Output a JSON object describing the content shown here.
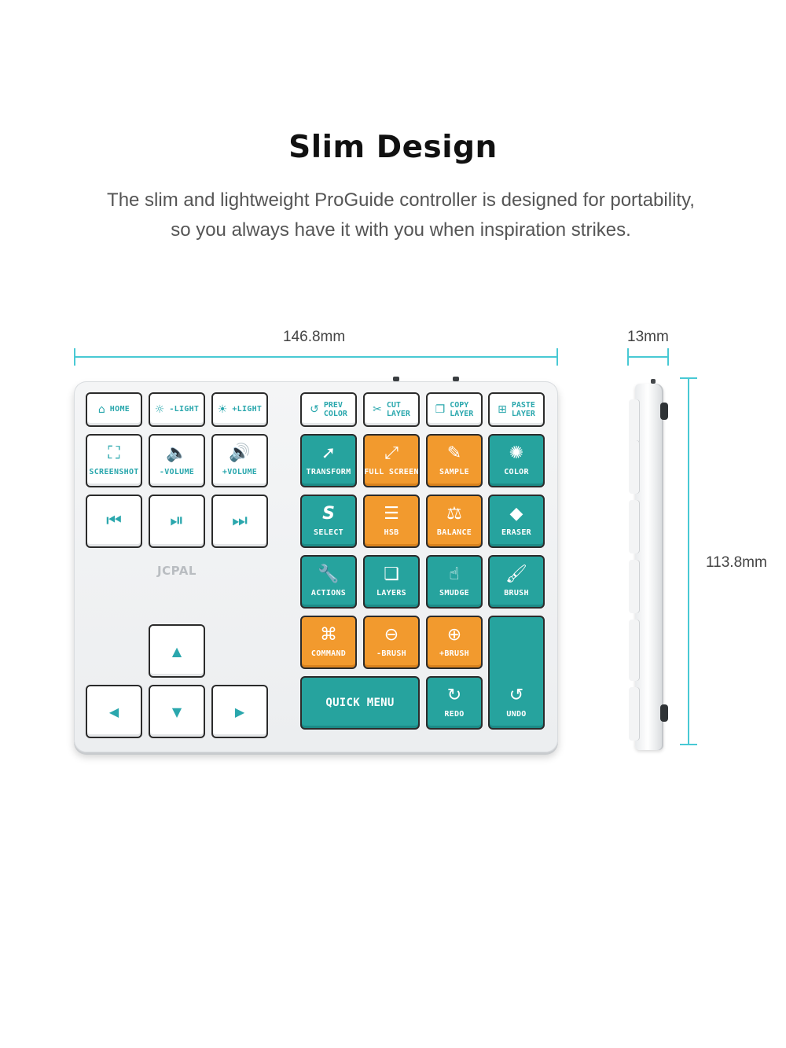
{
  "header": {
    "title": "Slim Design",
    "subtitle_line1": "The slim and lightweight ProGuide controller is designed for portability,",
    "subtitle_line2": "so you always have it with you when inspiration strikes."
  },
  "dimensions": {
    "width": "146.8mm",
    "thickness": "13mm",
    "depth": "113.8mm",
    "line_color": "#49c9d4"
  },
  "keyboard": {
    "brand": "JCPAL",
    "colors": {
      "white_key": "#ffffff",
      "teal_key": "#26a39e",
      "orange_key": "#f29a2e",
      "icon_teal": "#2aa7ad"
    },
    "keys": {
      "home": {
        "icon": "home-icon",
        "glyph": "⌂",
        "label": "HOME"
      },
      "light_down": {
        "icon": "sun-small-icon",
        "glyph": "☼",
        "label": "-LIGHT"
      },
      "light_up": {
        "icon": "sun-large-icon",
        "glyph": "☀",
        "label": "+LIGHT"
      },
      "prev_color": {
        "icon": "undo-circle-icon",
        "glyph": "↺",
        "label1": "PREV",
        "label2": "COLOR"
      },
      "cut_layer": {
        "icon": "scissors-icon",
        "glyph": "✂",
        "label1": "CUT",
        "label2": "LAYER"
      },
      "copy_layer": {
        "icon": "copy-icon",
        "glyph": "❐",
        "label1": "COPY",
        "label2": "LAYER"
      },
      "paste_layer": {
        "icon": "paste-icon",
        "glyph": "⊞",
        "label1": "PASTE",
        "label2": "LAYER"
      },
      "screenshot": {
        "icon": "screenshot-icon",
        "glyph": "⛶",
        "label": "SCREENSHOT"
      },
      "volume_down": {
        "icon": "speaker-low-icon",
        "glyph": "🔈",
        "label": "-VOLUME"
      },
      "volume_up": {
        "icon": "speaker-high-icon",
        "glyph": "🔊",
        "label": "+VOLUME"
      },
      "transform": {
        "icon": "arrow-icon",
        "glyph": "➚",
        "label": "TRANSFORM"
      },
      "full_screen": {
        "icon": "expand-icon",
        "glyph": "⤢",
        "label": "FULL SCREEN"
      },
      "sample": {
        "icon": "eyedropper-icon",
        "glyph": "✎",
        "label": "SAMPLE"
      },
      "color": {
        "icon": "color-wheel-icon",
        "glyph": "✺",
        "label": "COLOR"
      },
      "prev_track": {
        "icon": "previous-track-icon",
        "glyph": "⏮"
      },
      "play_pause": {
        "icon": "play-pause-icon",
        "glyph": "⏯"
      },
      "next_track": {
        "icon": "next-track-icon",
        "glyph": "⏭"
      },
      "select": {
        "icon": "lasso-icon",
        "glyph": "S",
        "label": "SELECT"
      },
      "hsb": {
        "icon": "sliders-icon",
        "glyph": "☰",
        "label": "HSB"
      },
      "balance": {
        "icon": "scale-icon",
        "glyph": "⚖",
        "label": "BALANCE"
      },
      "eraser": {
        "icon": "eraser-icon",
        "glyph": "◆",
        "label": "ERASER"
      },
      "actions": {
        "icon": "wrench-icon",
        "glyph": "🔧",
        "label": "ACTIONS"
      },
      "layers": {
        "icon": "layers-icon",
        "glyph": "❏",
        "label": "LAYERS"
      },
      "smudge": {
        "icon": "smudge-finger-icon",
        "glyph": "☝",
        "label": "SMUDGE"
      },
      "brush": {
        "icon": "brush-icon",
        "glyph": "🖌",
        "label": "BRUSH"
      },
      "arrow_up": {
        "icon": "arrow-up-icon",
        "glyph": "▲"
      },
      "command": {
        "icon": "command-icon",
        "glyph": "⌘",
        "label": "COMMAND"
      },
      "brush_minus": {
        "icon": "minus-circle-icon",
        "glyph": "⊖",
        "label": "-BRUSH"
      },
      "brush_plus": {
        "icon": "plus-circle-icon",
        "glyph": "⊕",
        "label": "+BRUSH"
      },
      "arrow_left": {
        "icon": "arrow-left-icon",
        "glyph": "◀"
      },
      "arrow_down": {
        "icon": "arrow-down-icon",
        "glyph": "▼"
      },
      "arrow_right": {
        "icon": "arrow-right-icon",
        "glyph": "▶"
      },
      "quick_menu": {
        "label": "QUICK MENU"
      },
      "redo": {
        "icon": "redo-icon",
        "glyph": "↻",
        "label": "REDO"
      },
      "undo": {
        "icon": "undo-icon",
        "glyph": "↺",
        "label": "UNDO"
      }
    }
  }
}
